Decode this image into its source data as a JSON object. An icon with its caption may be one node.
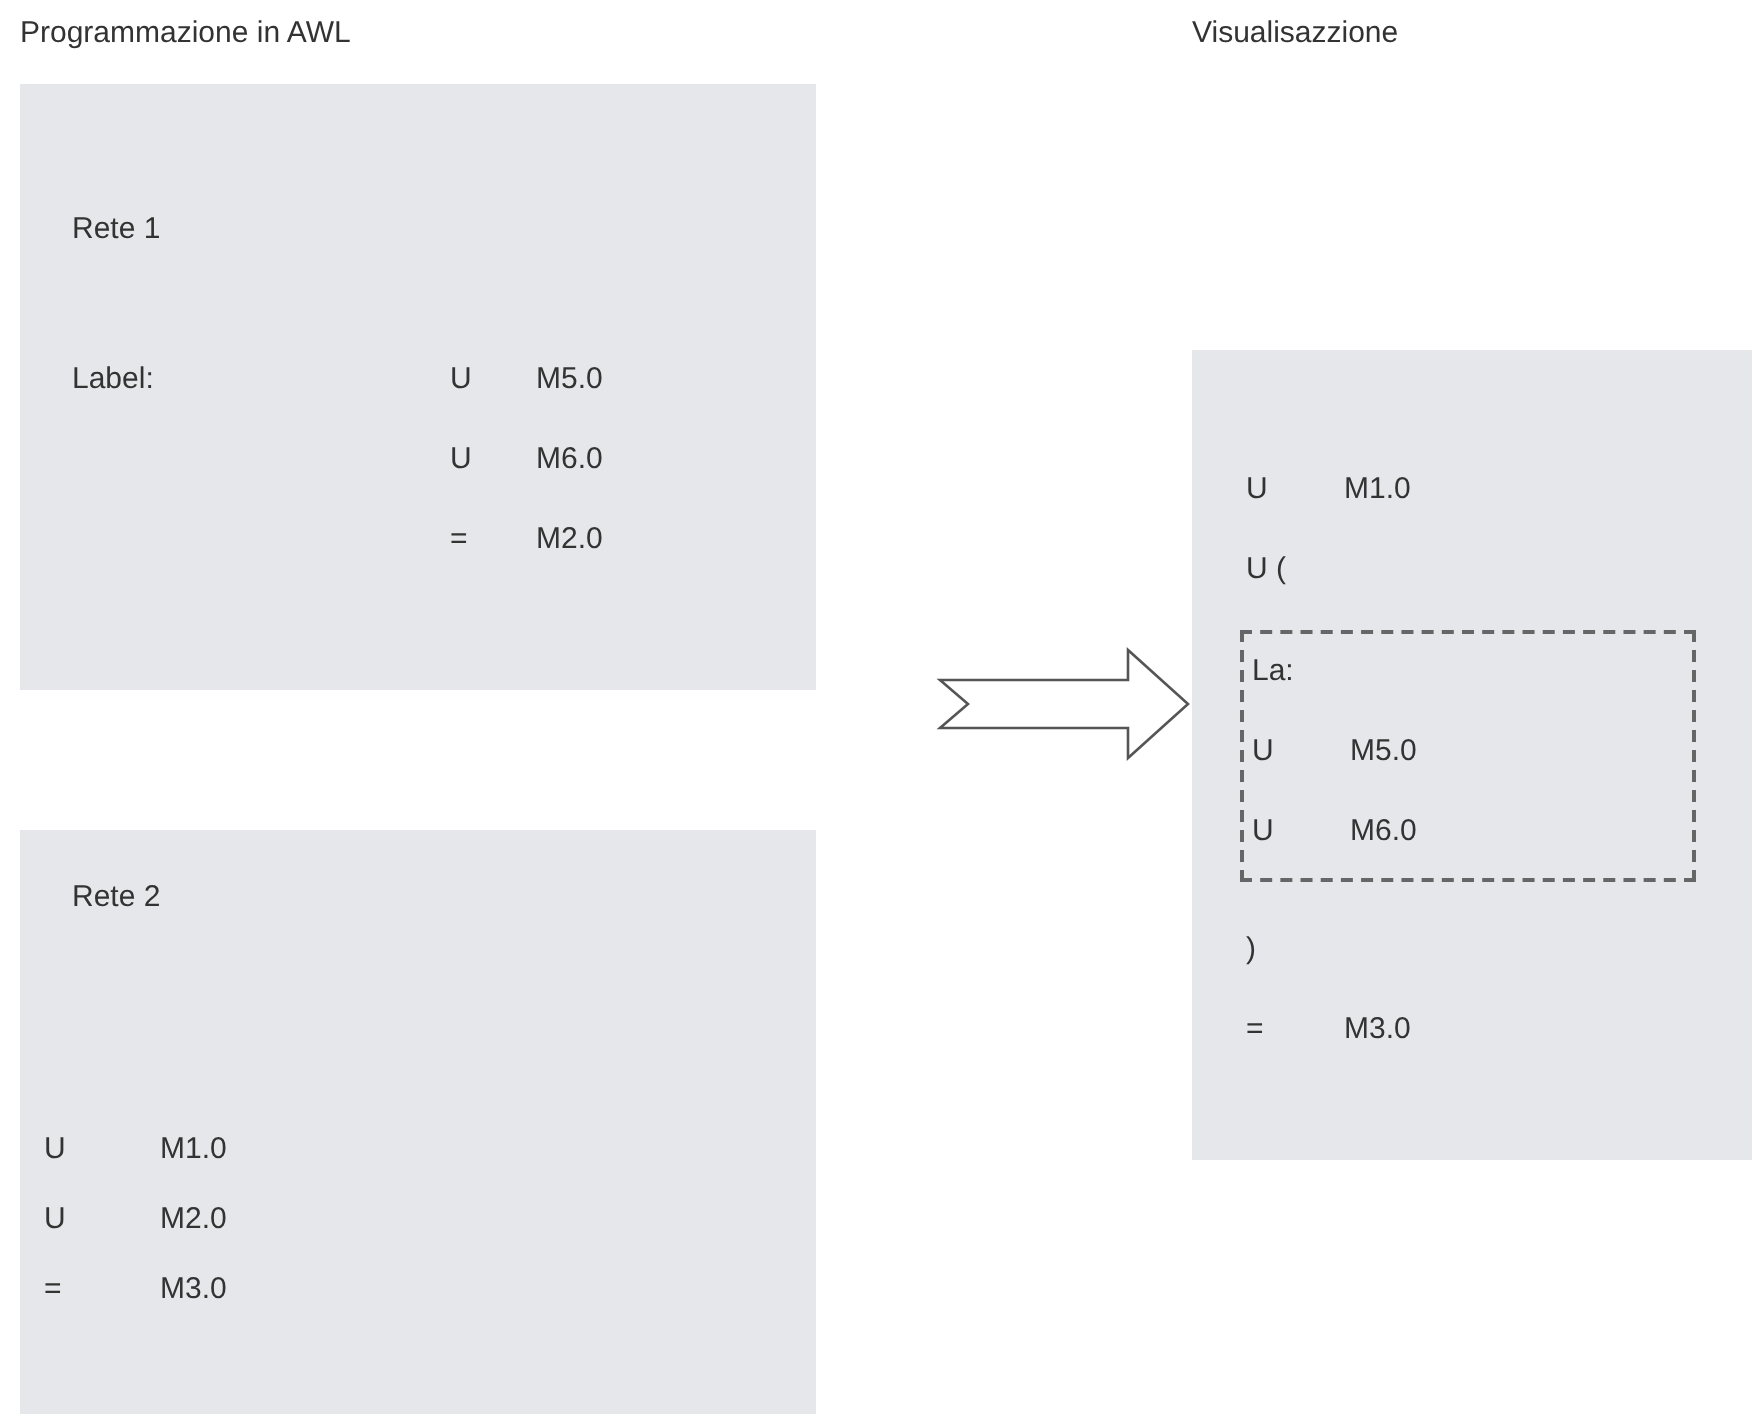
{
  "diagram": {
    "nodes": [
      {
        "text": [
          "Rete 1",
          "Label:",
          "U",
          "M5.0",
          "U",
          "M6.0",
          "=",
          "M2.0"
        ]
      },
      {
        "text": [
          "Rete 2",
          "U",
          "M1.0",
          "U",
          "M2.0",
          "=",
          "M3.0"
        ]
      },
      {
        "text": [
          "U",
          "M1.0",
          "U (",
          ")",
          "=",
          "M3.0"
        ]
      },
      {
        "text": [
          "La:",
          "U",
          "M5.0",
          "U",
          "M6.0"
        ],
        "in": 2
      }
    ],
    "edges": [
      {
        "from": null,
        "to": 2,
        "arrow": "to"
      }
    ],
    "labels": [
      "Programmazione in AWL",
      "Visualisazzione"
    ]
  }
}
